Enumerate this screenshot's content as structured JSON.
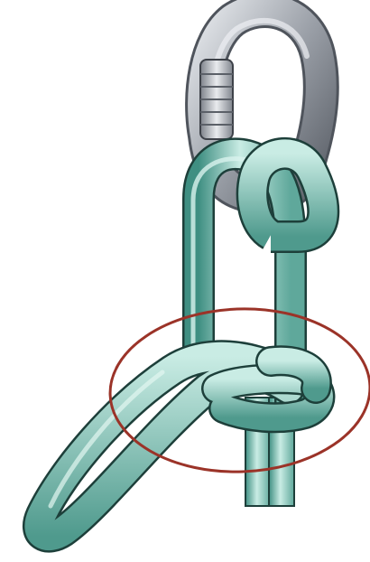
{
  "illustration": {
    "subject": "rope-knot-clipped-to-screw-gate-carabiner",
    "elements": [
      "carabiner-icon",
      "screw-gate-sleeve-icon",
      "rope-loop",
      "rope-bight",
      "knot-wrap",
      "highlight-ellipse"
    ],
    "colors": {
      "background": "#ffffff",
      "rope_fill": "#8fcbbf",
      "rope_light": "#c9ece4",
      "rope_dark": "#3f8f82",
      "rope_outline": "#1d3f3a",
      "carabiner_light": "#c9cdd2",
      "carabiner_mid": "#8c9199",
      "carabiner_dark": "#5b6068",
      "highlight_ring": "#9b3328"
    }
  }
}
